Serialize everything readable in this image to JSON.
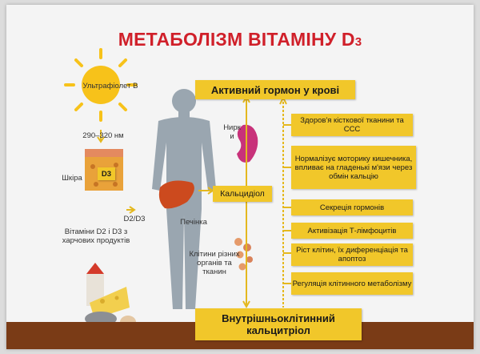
{
  "title": {
    "main": "МЕТАБОЛІЗМ ВІТАМІНУ D",
    "sub": "3"
  },
  "left": {
    "uv_label": "Ультрафіолет В",
    "wavelength": "290–320 нм",
    "skin_label": "Шкіра",
    "d3_label": "D3",
    "d2d3_label": "D2/D3",
    "food_label": "Вітаміни D2 і D3 з харчових продуктів"
  },
  "center": {
    "kidney_label": "Нирк и",
    "liver_label": "Печінка",
    "calcidiol": "Кальцидіол",
    "cells_label": "Клітини різних органів та тканин"
  },
  "boxes": {
    "active_hormone": "Активний гормон у крові",
    "intracellular": "Внутрішньоклітинний кальцитріол",
    "effects": [
      "Здоров'я кісткової тканини та ССС",
      "Нормалізує моторику кишечника, впливає на гладенькі м'язи через обмін кальцію",
      "Секреція гормонів",
      "Активізація Т-лімфоцитів",
      "Ріст клітин, їх диференціація та апоптоз",
      "Регуляція клітинного метаболізму"
    ]
  },
  "colors": {
    "title": "#d0202a",
    "box": "#f1c72a",
    "ground": "#7a3b16",
    "silhouette": "#9aa6b0",
    "sun": "#f7c21a"
  }
}
